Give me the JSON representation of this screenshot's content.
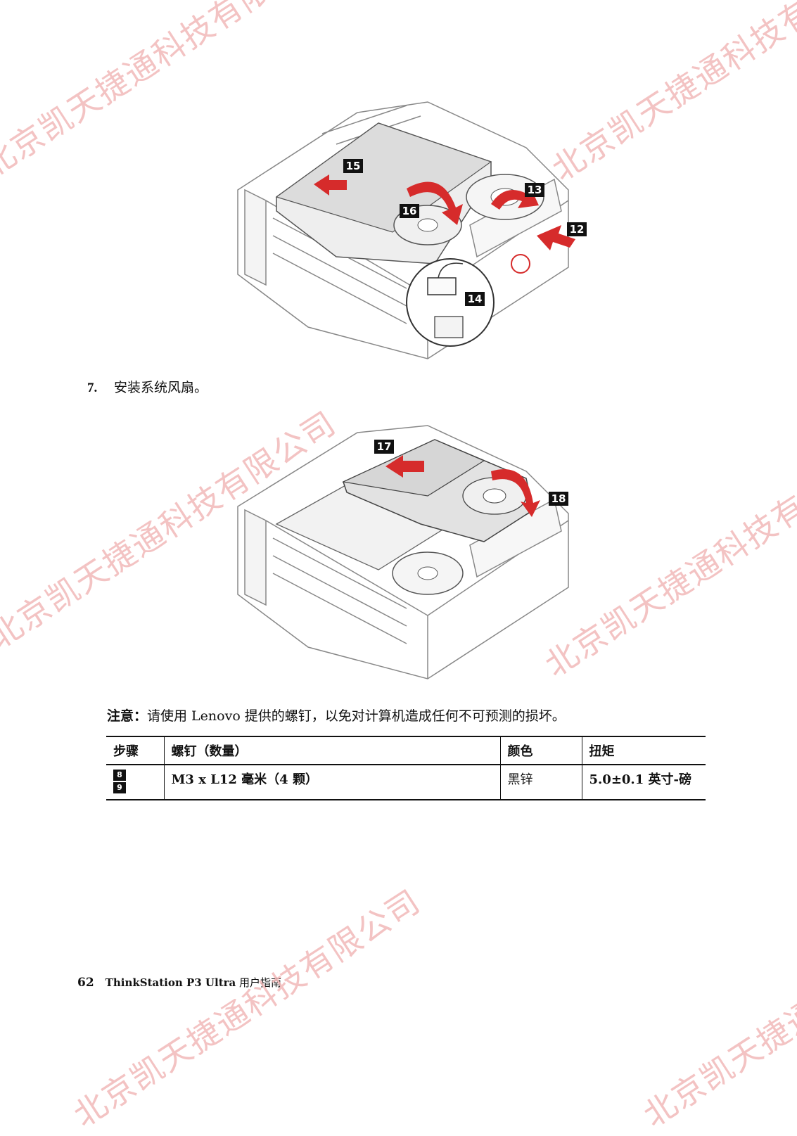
{
  "watermarks": {
    "w1": "北京凯天捷通科技有限公司",
    "w2": "北京凯天捷通科技有限公司",
    "w3": "北京凯天捷通科技有限公司",
    "w4": "北京凯天捷通科技有限公司",
    "w5": "北京凯天捷通科技有限公司",
    "w6": "北京凯天捷通科技有限公司"
  },
  "figure1": {
    "callouts": [
      "15",
      "16",
      "13",
      "12",
      "14"
    ]
  },
  "step7": {
    "number": "7.",
    "text": "安装系统风扇。"
  },
  "figure2": {
    "callouts": [
      "17",
      "18"
    ]
  },
  "note": {
    "label": "注意：",
    "text": "请使用 Lenovo 提供的螺钉，以免对计算机造成任何不可预测的损坏。"
  },
  "table": {
    "headers": [
      "步骤",
      "螺钉（数量）",
      "颜色",
      "扭矩"
    ],
    "row": {
      "steps": [
        "8",
        "9"
      ],
      "screw": "M3 x L12 毫米（4 颗）",
      "color": "黑锌",
      "torque": "5.0±0.1 英寸-磅"
    }
  },
  "footer": {
    "page": "62",
    "title": "ThinkStation P3 Ultra",
    "suffix": "用户指南"
  },
  "colors": {
    "arrow": "#d62b2b",
    "watermark": "#f2b9b9",
    "callout_bg": "#111111"
  }
}
